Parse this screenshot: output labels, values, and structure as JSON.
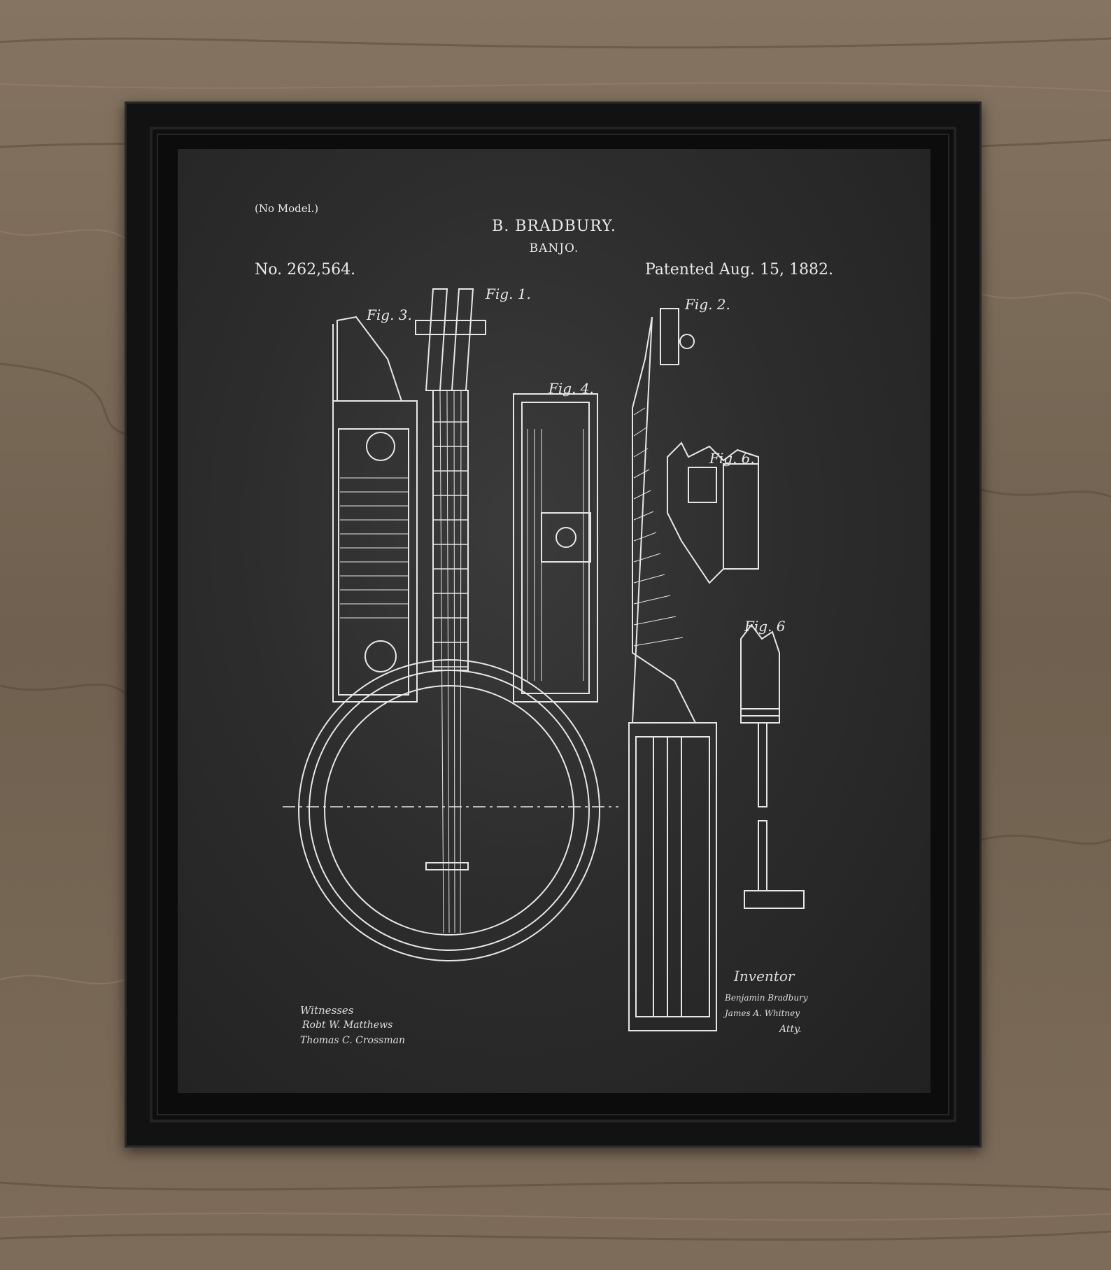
{
  "print": {
    "header_note": "(No Model.)",
    "inventor_title": "B. BRADBURY.",
    "invention": "BANJO.",
    "patent_number": "No. 262,564.",
    "patent_date": "Patented Aug. 15, 1882."
  },
  "figures": {
    "fig1": "Fig. 1.",
    "fig2": "Fig. 2.",
    "fig3": "Fig. 3.",
    "fig4": "Fig. 4.",
    "fig5": "Fig. 6.",
    "fig6": "Fig. 6"
  },
  "signatures": {
    "witnesses_label": "Witnesses",
    "witness_1": "Robt W. Matthews",
    "witness_2": "Thomas C. Crossman",
    "inventor_label": "Inventor",
    "inventor_name": "Benjamin Bradbury",
    "attorney_name": "James A. Whitney",
    "attorney_label": "Atty."
  },
  "colors": {
    "wood": "#7a6a58",
    "frame": "#121212",
    "chalkboard": "#2d2d2d",
    "chalk": "#e9e9e9"
  }
}
